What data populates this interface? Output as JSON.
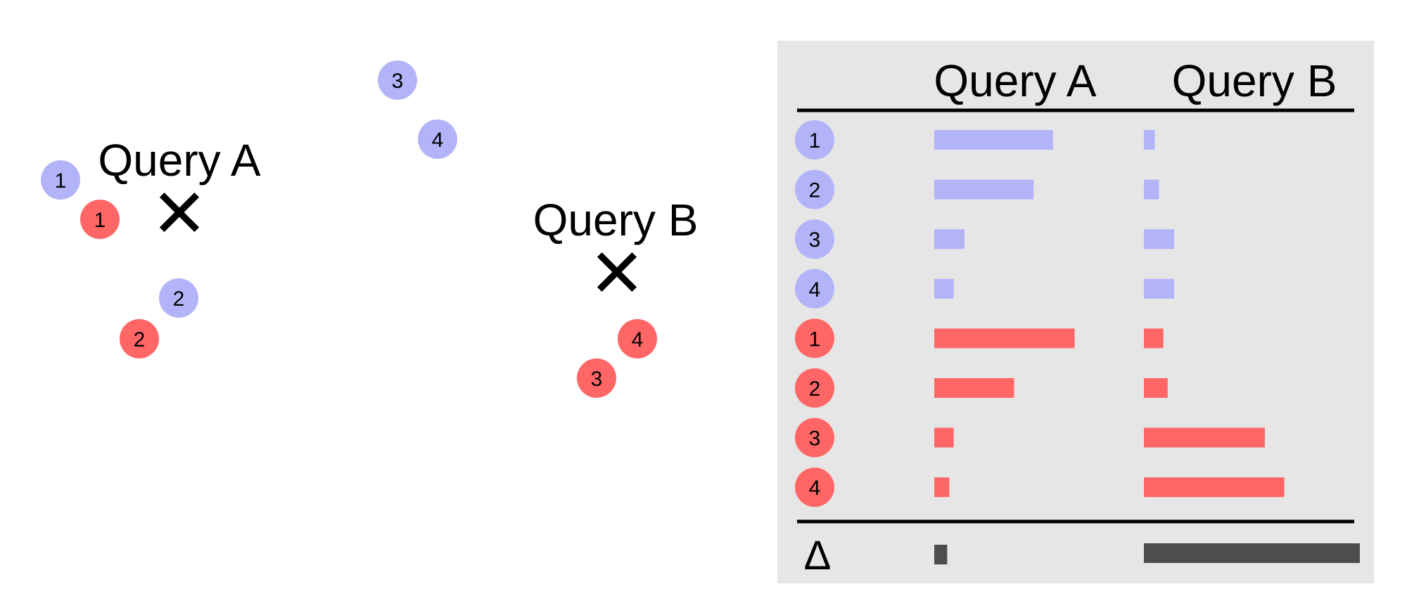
{
  "colors": {
    "blue": "#b3b3fa",
    "red": "#ff6666",
    "delta": "#4d4d4d",
    "panel": "#e6e6e6",
    "text": "#000000"
  },
  "scatter": {
    "query_a": {
      "label": "Query A",
      "marker": "✕"
    },
    "query_b": {
      "label": "Query B",
      "marker": "✕"
    },
    "points": [
      {
        "group": "blue",
        "label": "1"
      },
      {
        "group": "red",
        "label": "1"
      },
      {
        "group": "blue",
        "label": "2"
      },
      {
        "group": "red",
        "label": "2"
      },
      {
        "group": "blue",
        "label": "3"
      },
      {
        "group": "blue",
        "label": "4"
      },
      {
        "group": "red",
        "label": "4"
      },
      {
        "group": "red",
        "label": "3"
      }
    ]
  },
  "table": {
    "headers": [
      "Query A",
      "Query B"
    ],
    "rows": [
      {
        "group": "blue",
        "label": "1",
        "query_a": 0.55,
        "query_b": 0.05
      },
      {
        "group": "blue",
        "label": "2",
        "query_a": 0.46,
        "query_b": 0.07
      },
      {
        "group": "blue",
        "label": "3",
        "query_a": 0.14,
        "query_b": 0.14
      },
      {
        "group": "blue",
        "label": "4",
        "query_a": 0.09,
        "query_b": 0.14
      },
      {
        "group": "red",
        "label": "1",
        "query_a": 0.65,
        "query_b": 0.09
      },
      {
        "group": "red",
        "label": "2",
        "query_a": 0.37,
        "query_b": 0.11
      },
      {
        "group": "red",
        "label": "3",
        "query_a": 0.09,
        "query_b": 0.56
      },
      {
        "group": "red",
        "label": "4",
        "query_a": 0.07,
        "query_b": 0.65
      }
    ],
    "delta": {
      "label": "Δ",
      "query_a": 0.06,
      "query_b": 1.0
    }
  }
}
